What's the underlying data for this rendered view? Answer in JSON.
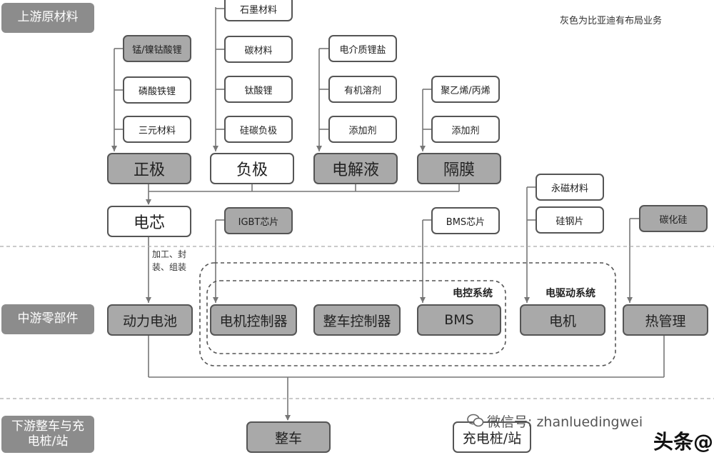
{
  "tiers": {
    "upstream": "上游原材料",
    "midstream": "中游零部件",
    "downstream": "下游整车与充电桩/站"
  },
  "legend_note": "灰色为比亚迪有布局业务",
  "materials": {
    "cathode": [
      "锰/镍钴酸锂",
      "磷酸铁锂",
      "三元材料"
    ],
    "anode": [
      "石墨材料",
      "碳材料",
      "钛酸锂",
      "硅碳负极"
    ],
    "electrolyte": [
      "电介质锂盐",
      "有机溶剂",
      "添加剂"
    ],
    "separator": [
      "聚乙烯/丙烯",
      "添加剂"
    ],
    "magnet": [
      "永磁材料",
      "硅钢片"
    ]
  },
  "components": {
    "cathode": "正极",
    "anode": "负极",
    "electrolyte": "电解液",
    "separator": "隔膜",
    "cell": "电芯",
    "igbt": "IGBT芯片",
    "bms_chip": "BMS芯片",
    "sic": "碳化硅"
  },
  "process_note": "加工、封装、组装",
  "midstream_parts": {
    "battery": "动力电池",
    "motor_controller": "电机控制器",
    "vehicle_controller": "整车控制器",
    "bms": "BMS",
    "motor": "电机",
    "thermal": "热管理"
  },
  "groups": {
    "electric_control": "电控系统",
    "electric_drive": "电驱动系统"
  },
  "downstream": {
    "vehicle": "整车",
    "charging": "充电桩/站"
  },
  "watermark": {
    "wechat": "微信号: zhanluedingwei",
    "toutiao": "头条@"
  }
}
